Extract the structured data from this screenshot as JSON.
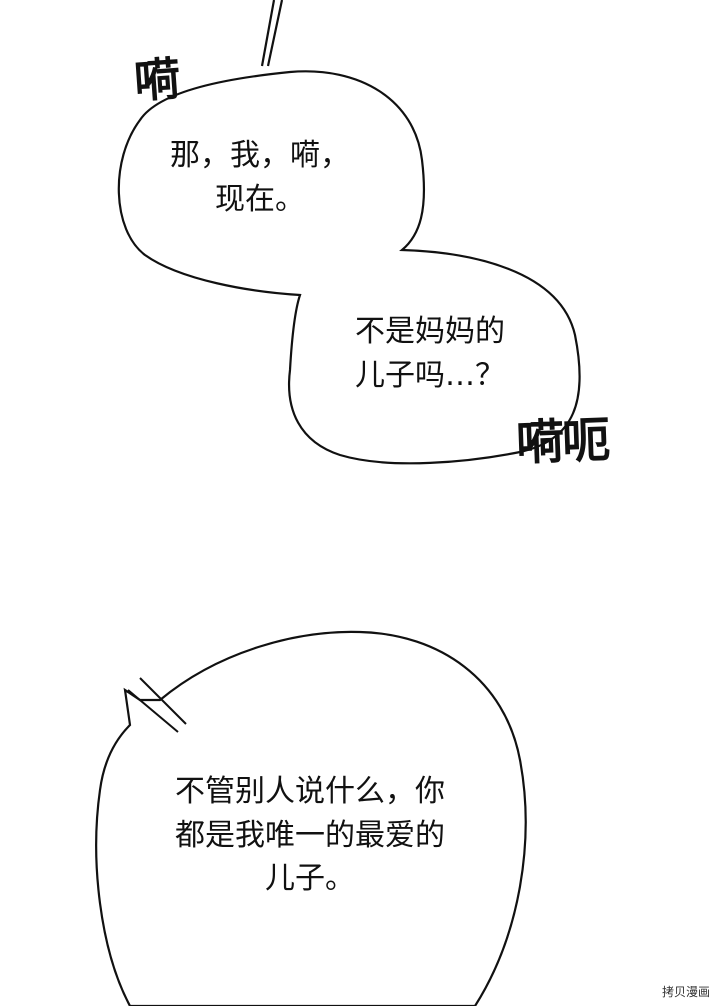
{
  "bubble_1": {
    "line_1": "那，我，嗬，",
    "line_2": "现在。"
  },
  "bubble_2": {
    "line_1": "不是妈妈的",
    "line_2": "儿子吗…？"
  },
  "bubble_3": {
    "line_1": "不管别人说什么，你",
    "line_2": "都是我唯一的最爱的",
    "line_3": "儿子。"
  },
  "sfx_1": "嗬",
  "sfx_2": "嗬呃",
  "watermark": "拷贝漫画",
  "colors": {
    "ink": "#111111",
    "paper": "#ffffff"
  }
}
